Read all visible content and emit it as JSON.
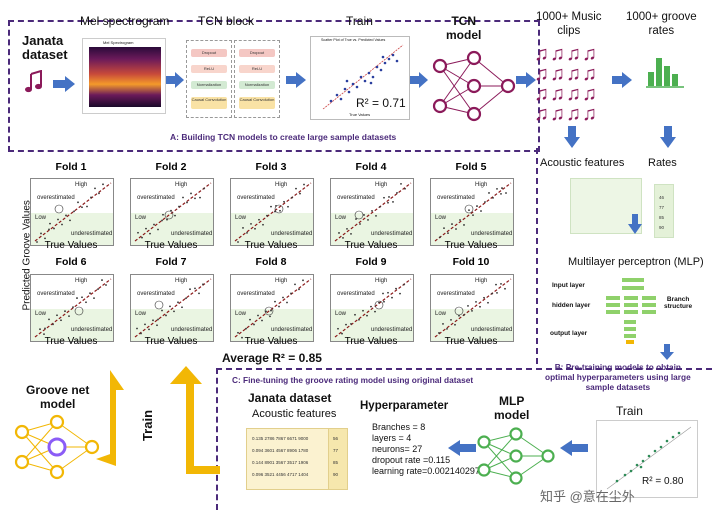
{
  "section_a": {
    "dataset_label": "Janata\ndataset",
    "mel_title": "Mel spectrogram",
    "mel_plot_title": "Mel Spectrogram",
    "tcn_title": "TCN  block",
    "tcn_layers": [
      "Dropout",
      "ReLU",
      "Normalization",
      "Causal Convolution"
    ],
    "train_title": "Train",
    "scatter_title": "Scatter Plot of True vs. Predicted Values",
    "scatter_xlabel": "True Values",
    "scatter_r2": "R² = 0.71",
    "tcn_model_label": "TCN\nmodel",
    "music_clips_label": "1000+ Music\nclips",
    "groove_rates_label": "1000+ groove\nrates",
    "caption": "A: Building TCN models to create large sample datasets"
  },
  "folds": {
    "ylabel": "Predicted Groove Values",
    "xlabel": "True Values",
    "average": "Average R² = 0.85",
    "panel_labels": {
      "high": "High",
      "low": "Low",
      "over": "overestimated",
      "under": "underestimated",
      "under_split": "under-\nestimated"
    },
    "items": [
      {
        "title": "Fold 1"
      },
      {
        "title": "Fold 2"
      },
      {
        "title": "Fold 3"
      },
      {
        "title": "Fold 4"
      },
      {
        "title": "Fold 5"
      },
      {
        "title": "Fold 6"
      },
      {
        "title": "Fold 7"
      },
      {
        "title": "Fold 8"
      },
      {
        "title": "Fold 9"
      },
      {
        "title": "Fold 10"
      }
    ]
  },
  "section_b": {
    "acoustic_label": "Acoustic features",
    "rates_label": "Rates",
    "rates_values": [
      "46",
      "77",
      "85",
      "90"
    ],
    "mlp_label": "Multilayer perceptron (MLP)",
    "input_layer": "Input layer",
    "hidden_layer": "hidden layer",
    "output_layer": "output layer",
    "branch_structure": "Branch\nstructure",
    "caption": "B: Pre-training models to obtain\noptimal hyperparameters using large\nsample datasets"
  },
  "section_c": {
    "caption": "C: Fine-tuning the groove rating model using original dataset",
    "groove_net_label": "Groove net\nmodel",
    "train_vertical": "Train",
    "janata_label": "Janata dataset",
    "acoustic_label": "Acoustic features",
    "table_rows": [
      [
        "0.135",
        "2786",
        "7867",
        "6671",
        "9000"
      ],
      [
        "0.094",
        "3601",
        "4567",
        "8906",
        "1780"
      ],
      [
        "0.144",
        "8901",
        "3567",
        "3517",
        "1906"
      ],
      [
        "0.096",
        "3521",
        "4456",
        "4717",
        "1404"
      ]
    ],
    "table_rates": [
      "56",
      "77",
      "85",
      "90"
    ],
    "hyper_title": "Hyperparameter",
    "hyper_lines": [
      "Branches = 8",
      "layers = 4",
      "neurons= 27",
      "dropout rate =0.115",
      "learning rate=0.002140297"
    ],
    "mlp_model_label": "MLP\nmodel",
    "train_label": "Train",
    "r2_small": "R² = 0.80"
  },
  "watermark": "知乎 @意在尘外",
  "colors": {
    "purple": "#4b2a7a",
    "blue_arrow": "#4472c4",
    "gold": "#f2b705",
    "magenta": "#8b1a5a",
    "green": "#4caf50"
  }
}
